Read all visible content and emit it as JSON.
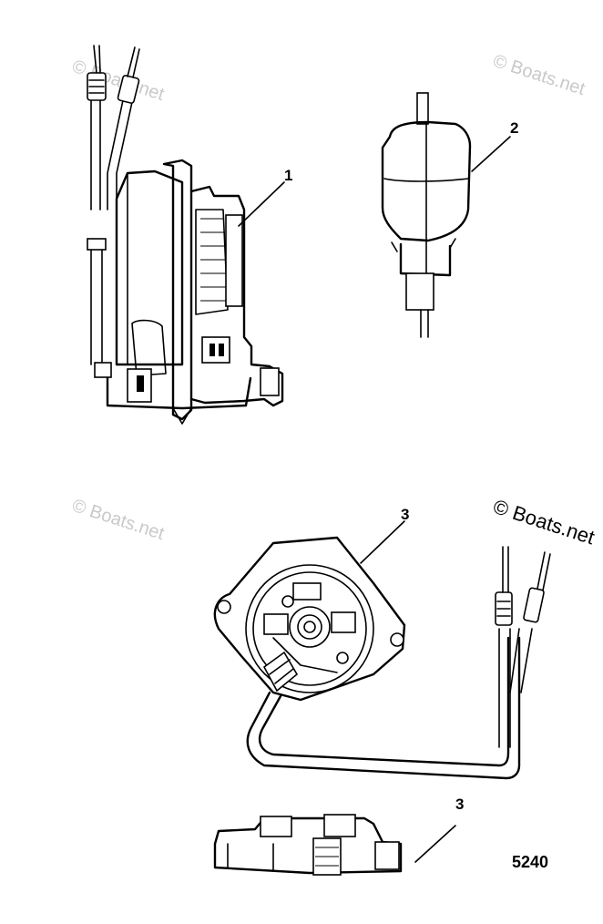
{
  "diagram": {
    "callouts": [
      "1",
      "2",
      "3",
      "3"
    ],
    "figure_number": "5240",
    "watermark": "© Boats.net",
    "watermark_prominent": "© Boats.net"
  }
}
